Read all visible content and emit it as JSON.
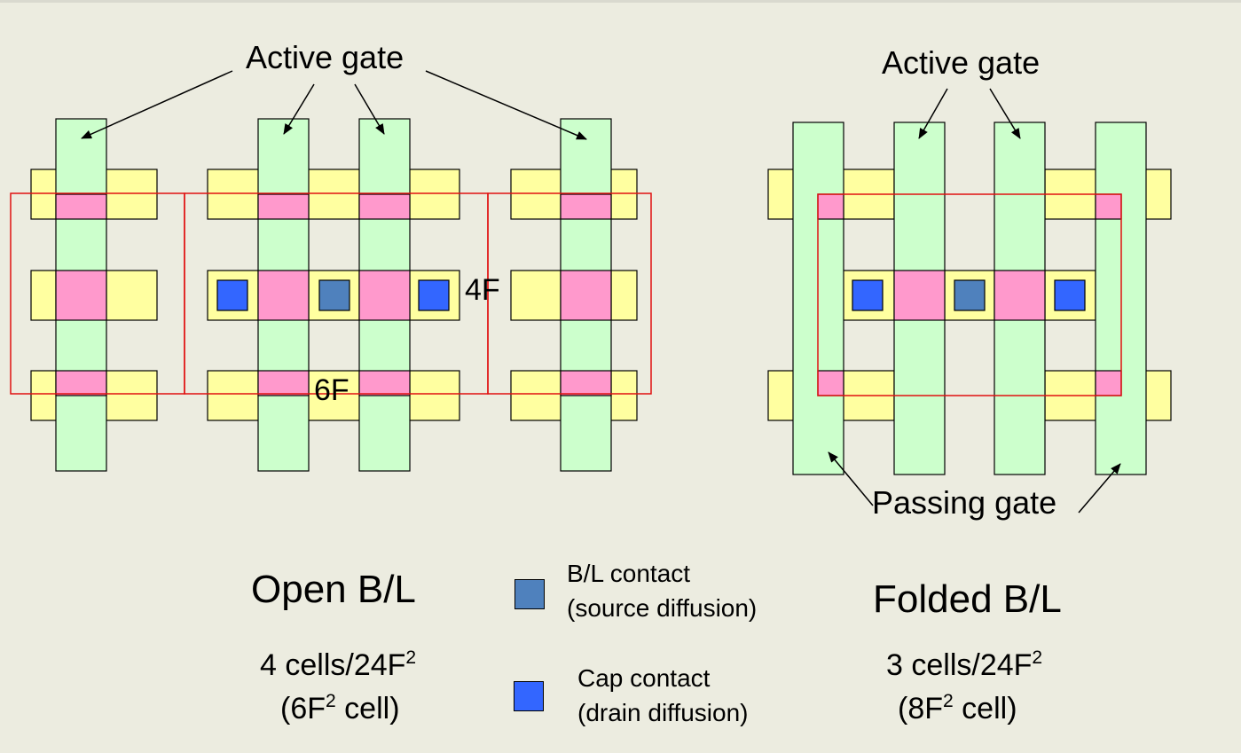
{
  "labels": {
    "active_gate_left": "Active gate",
    "active_gate_right": "Active gate",
    "passing_gate": "Passing gate",
    "dim_4f": "4F",
    "dim_6f": "6F"
  },
  "open": {
    "title": "Open B/L",
    "line1_pre": "4 cells/24F",
    "line1_sup": "2",
    "line2_pre": "(6F",
    "line2_sup": "2",
    "line2_post": " cell)"
  },
  "folded": {
    "title": "Folded B/L",
    "line1_pre": "3 cells/24F",
    "line1_sup": "2",
    "line2_pre": "(8F",
    "line2_sup": "2",
    "line2_post": " cell)"
  },
  "legend": {
    "bl_line1": "B/L contact",
    "bl_line2": "(source diffusion)",
    "cap_line1": "Cap contact",
    "cap_line2": "(drain diffusion)"
  },
  "colors": {
    "background": "#ECECE0",
    "active": "#FFFFA0",
    "gate": "#CCFFCC",
    "overlap": "#FF99CC",
    "cell_outline": "#E01010",
    "bl_contact": "#4F81BD",
    "cap_contact": "#3366FF"
  }
}
